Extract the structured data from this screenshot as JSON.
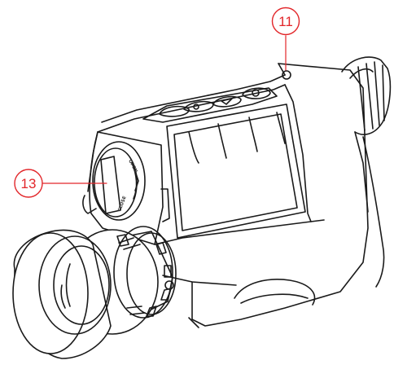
{
  "callouts": [
    {
      "id": "11",
      "label": "11"
    },
    {
      "id": "13",
      "label": "13"
    }
  ],
  "battery_door": {
    "open_label": "OPEN",
    "close_label": "CLOSE"
  },
  "colors": {
    "callout": "#e2262a",
    "outline": "#1a1a1a"
  }
}
